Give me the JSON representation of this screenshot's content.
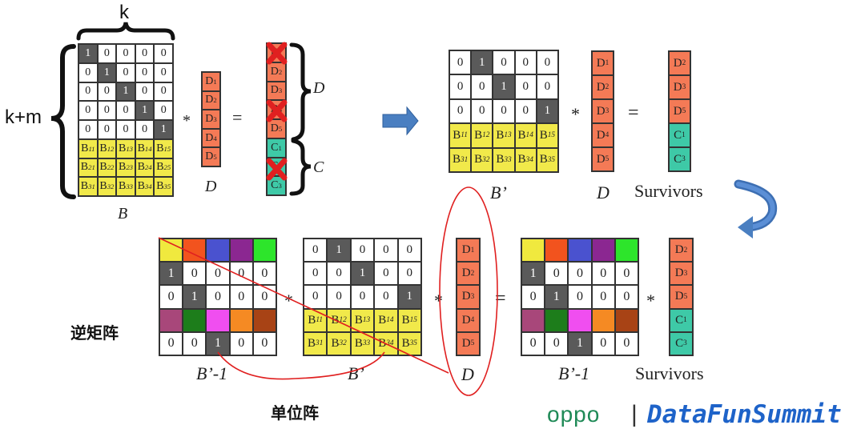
{
  "colors": {
    "gray": "#5a5a5a",
    "yellow": "#f1e94a",
    "orange": "#f47a56",
    "teal": "#3ec9a7",
    "red": "#e02020",
    "blue_arrow": "#4a7fc1",
    "oppo_green": "#1f8a57",
    "datafun_blue": "#1e63c9"
  },
  "top_left": {
    "k_label": "k",
    "km_label": "k+m",
    "b_label": "B",
    "b_matrix": [
      [
        "1",
        "0",
        "0",
        "0",
        "0"
      ],
      [
        "0",
        "1",
        "0",
        "0",
        "0"
      ],
      [
        "0",
        "0",
        "1",
        "0",
        "0"
      ],
      [
        "0",
        "0",
        "0",
        "1",
        "0"
      ],
      [
        "0",
        "0",
        "0",
        "0",
        "1"
      ],
      [
        "B11",
        "B12",
        "B13",
        "B14",
        "B15"
      ],
      [
        "B21",
        "B22",
        "B23",
        "B24",
        "B25"
      ],
      [
        "B31",
        "B32",
        "B33",
        "B34",
        "B35"
      ]
    ],
    "op_mult": "*",
    "op_eq": "=",
    "d_vector": [
      "D1",
      "D2",
      "D3",
      "D4",
      "D5"
    ],
    "d_label": "D",
    "result_vector": [
      "D1",
      "D2",
      "D3",
      "D4",
      "D5",
      "C1",
      "C2",
      "C3"
    ],
    "lost_markers": [
      "D1",
      "D4",
      "C2"
    ],
    "brace_d_label": "D",
    "brace_c_label": "C"
  },
  "top_right": {
    "b_prime_matrix": [
      [
        "0",
        "1",
        "0",
        "0",
        "0"
      ],
      [
        "0",
        "0",
        "1",
        "0",
        "0"
      ],
      [
        "0",
        "0",
        "0",
        "0",
        "1"
      ],
      [
        "B11",
        "B12",
        "B13",
        "B14",
        "B15"
      ],
      [
        "B31",
        "B32",
        "B33",
        "B34",
        "B35"
      ]
    ],
    "b_prime_label": "B’",
    "op_mult": "*",
    "d_vector": [
      "D1",
      "D2",
      "D3",
      "D4",
      "D5"
    ],
    "d_label": "D",
    "op_eq": "=",
    "survivors": [
      "D2",
      "D3",
      "D5",
      "C1",
      "C3"
    ],
    "survivors_label": "Survivors"
  },
  "bottom": {
    "inv_color_row_1": [
      "#f0e93e",
      "#f2531e",
      "#4a52cf",
      "#8b2791",
      "#2de52b"
    ],
    "inv_color_row_2": [
      "#a8477a",
      "#1d7d1b",
      "#f04ef0",
      "#f58a23",
      "#a84315"
    ],
    "inv_matrix": [
      [
        "c",
        "c",
        "c",
        "c",
        "c"
      ],
      [
        "1",
        "0",
        "0",
        "0",
        "0"
      ],
      [
        "0",
        "1",
        "0",
        "0",
        "0"
      ],
      [
        "c",
        "c",
        "c",
        "c",
        "c"
      ],
      [
        "0",
        "0",
        "1",
        "0",
        "0"
      ]
    ],
    "inv_label": "B’-1",
    "inv_caption": "逆矩阵",
    "op_mult1": "*",
    "b_prime_matrix": [
      [
        "0",
        "1",
        "0",
        "0",
        "0"
      ],
      [
        "0",
        "0",
        "1",
        "0",
        "0"
      ],
      [
        "0",
        "0",
        "0",
        "0",
        "1"
      ],
      [
        "B11",
        "B12",
        "B13",
        "B14",
        "B15"
      ],
      [
        "B31",
        "B32",
        "B33",
        "B34",
        "B35"
      ]
    ],
    "b_prime_label": "B’",
    "op_mult2": "*",
    "d_vector": [
      "D1",
      "D2",
      "D3",
      "D4",
      "D5"
    ],
    "d_label": "D",
    "op_eq": "=",
    "inv_label_right": "B’-1",
    "op_mult3": "*",
    "survivors": [
      "D2",
      "D3",
      "D5",
      "C1",
      "C3"
    ],
    "survivors_label": "Survivors",
    "identity_caption": "单位阵"
  },
  "footer": {
    "oppo": "oppo",
    "separator": "|",
    "brand": "DataFunSummit"
  }
}
